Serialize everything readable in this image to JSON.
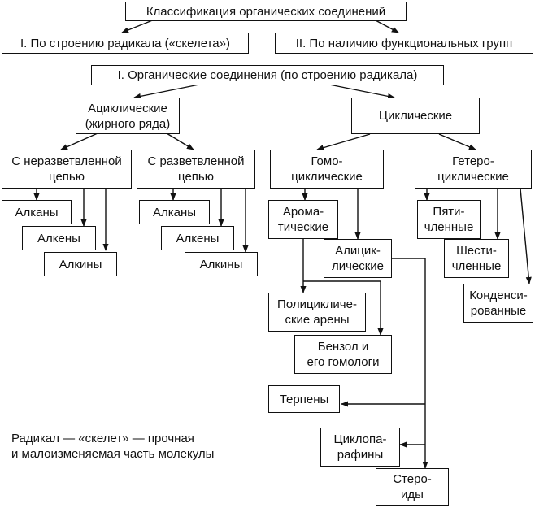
{
  "diagram": {
    "title": "Классификация органических соединений",
    "class_structure": "I. По строению радикала («скелета»)",
    "class_functional": "II. По наличию функциональных групп",
    "organic_by_radical": "I. Органические соединения (по строению радикала)",
    "acyclic": "Ациклические\n(жирного ряда)",
    "cyclic": "Циклические",
    "unbranched": "С неразветвленной\nцепью",
    "branched": "С разветвленной\nцепью",
    "homocyclic": "Гомо-\nциклические",
    "heterocyclic": "Гетеро-\nциклические",
    "alkanes_1": "Алканы",
    "alkenes_1": "Алкены",
    "alkynes_1": "Алкины",
    "alkanes_2": "Алканы",
    "alkenes_2": "Алкены",
    "alkynes_2": "Алкины",
    "aromatic": "Арома-\nтические",
    "alicyclic": "Алицик-\nлические",
    "polycyclic_arenes": "Полицикличе-\nские арены",
    "benzene": "Бензол и\nего гомологи",
    "terpenes": "Терпены",
    "cycloparaffins": "Циклопа-\nрафины",
    "steroids": "Стеро-\nиды",
    "five_membered": "Пяти-\nчленные",
    "six_membered": "Шести-\nчленные",
    "condensed": "Конденси-\nрованные",
    "radical_note": "Радикал — «скелет» — прочная\nи малоизменяемая часть молекулы"
  }
}
